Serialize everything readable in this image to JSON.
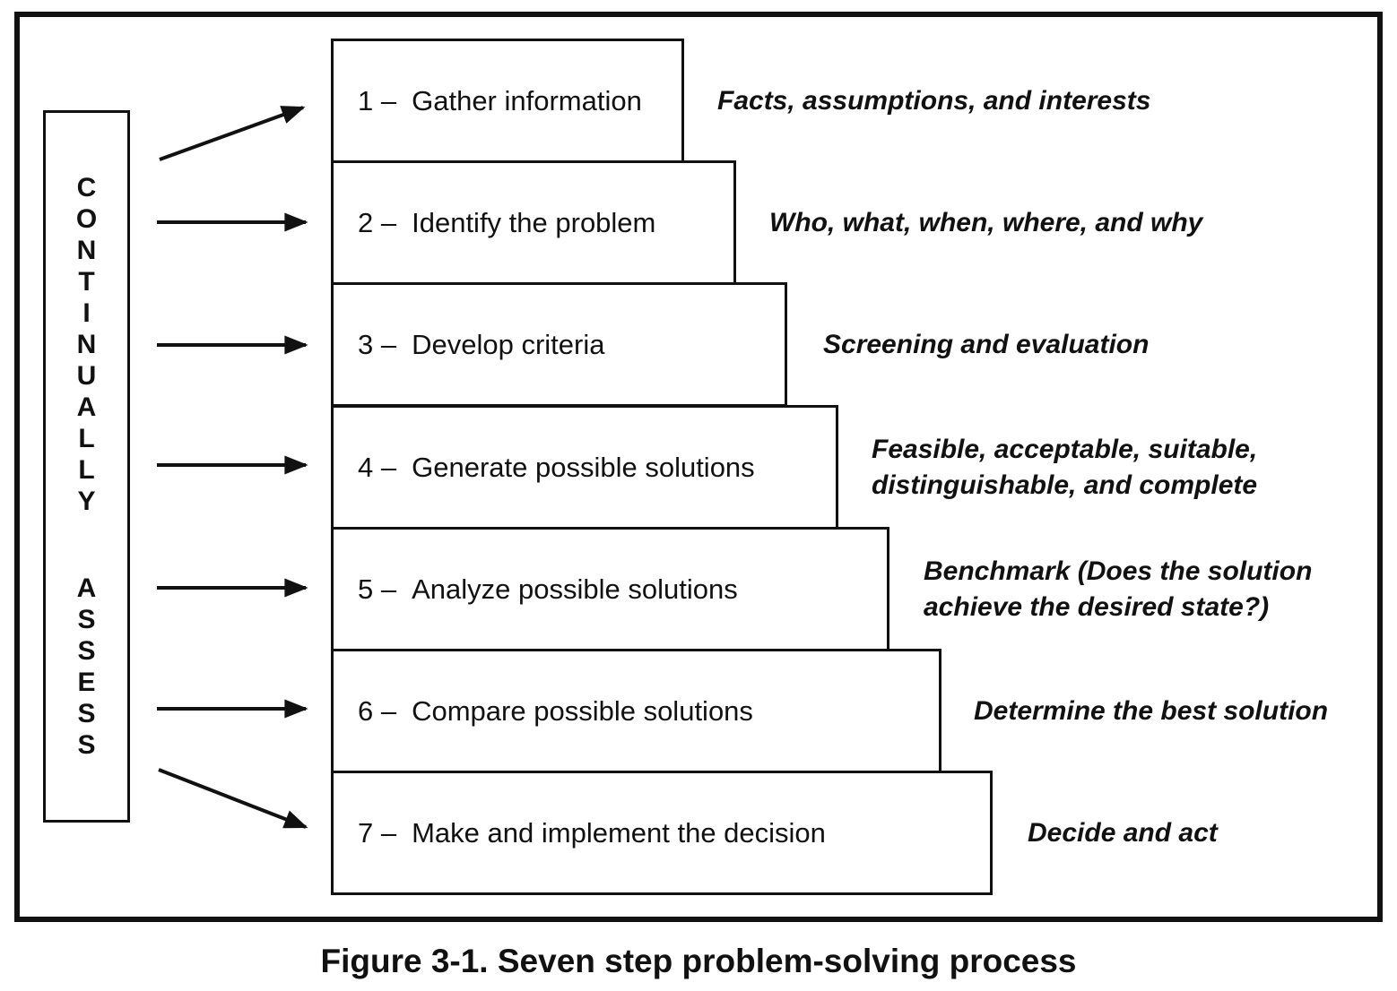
{
  "figure": {
    "left_panel": {
      "word1": "CONTINUALLY",
      "word2": "ASSESS"
    },
    "steps": [
      {
        "prefix": "1 –",
        "title": "Gather information",
        "note_lines": [
          "Facts, assumptions, and interests"
        ]
      },
      {
        "prefix": "2 –",
        "title": "Identify the problem",
        "note_lines": [
          "Who, what, when, where, and why"
        ]
      },
      {
        "prefix": "3 –",
        "title": "Develop criteria",
        "note_lines": [
          "Screening and evaluation"
        ]
      },
      {
        "prefix": "4 –",
        "title": "Generate possible solutions",
        "note_lines": [
          "Feasible, acceptable, suitable,",
          "distinguishable, and complete"
        ]
      },
      {
        "prefix": "5 –",
        "title": "Analyze possible solutions",
        "note_lines": [
          "Benchmark (Does the solution",
          "achieve the desired state?)"
        ]
      },
      {
        "prefix": "6 –",
        "title": "Compare possible solutions",
        "note_lines": [
          "Determine the best solution"
        ]
      },
      {
        "prefix": "7 –",
        "title": "Make and implement the decision",
        "note_lines": [
          "Decide and act"
        ]
      }
    ],
    "caption": "Figure 3-1. Seven step problem-solving process",
    "colors": {
      "ink": "#111111",
      "background": "#ffffff"
    }
  }
}
